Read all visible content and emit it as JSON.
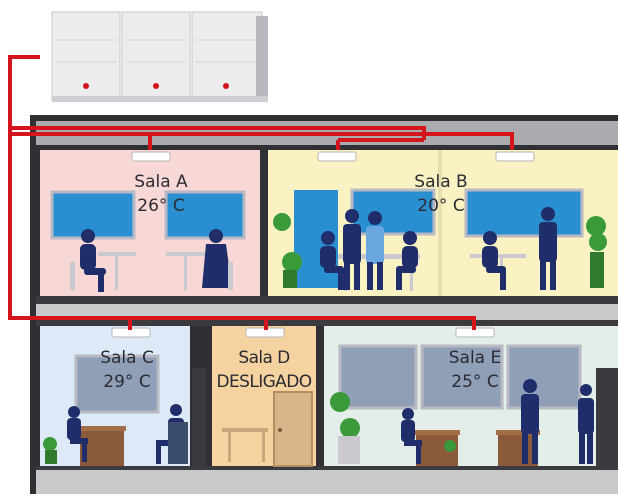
{
  "colors": {
    "pipe": "#d4161c",
    "building_wall": "#2f2f34",
    "slab": "#a9abaf",
    "floor_band": "#c8c9cb",
    "room_a": "#f8d8d6",
    "room_b": "#fbf2c4",
    "room_c": "#dde9f7",
    "room_d": "#f5d3a1",
    "room_e": "#e3eee8",
    "people": "#1f2e6b",
    "window_blue": "#2a8fd0",
    "window_gray": "#8f9fb8",
    "plant": "#3a9a3a"
  },
  "outdoor_unit": {
    "modules": 3,
    "icon": "condenser-unit-icon"
  },
  "rooms": [
    {
      "id": "a",
      "name": "Sala A",
      "status": "26° C",
      "floor": "upper"
    },
    {
      "id": "b",
      "name": "Sala B",
      "status": "20° C",
      "floor": "upper"
    },
    {
      "id": "c",
      "name": "Sala C",
      "status": "29° C",
      "floor": "lower"
    },
    {
      "id": "d",
      "name": "Sala D",
      "status": "DESLIGADO",
      "floor": "lower"
    },
    {
      "id": "e",
      "name": "Sala E",
      "status": "25° C",
      "floor": "lower"
    }
  ]
}
